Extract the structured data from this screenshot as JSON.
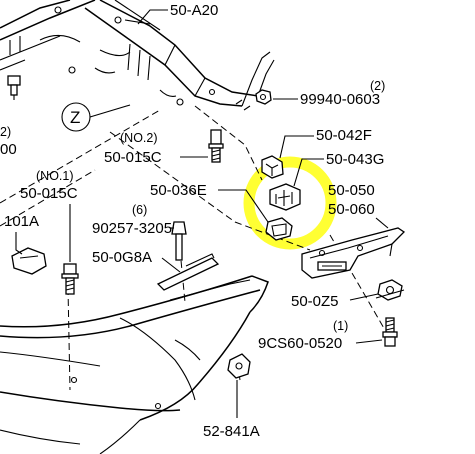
{
  "callouts": {
    "p50_A20": "50-A20",
    "p99940_0603": "99940-0603",
    "q99940": "(2)",
    "p50_042F": "50-042F",
    "p50_043G": "50-043G",
    "p50_050": "50-050",
    "p50_060": "50-060",
    "p50_015C_top": "50-015C",
    "q50_015C_top": "(NO.2)",
    "p50_015C_left": "50-015C",
    "q50_015C_left": "(NO.1)",
    "p50_036E": "50-036E",
    "p90257_3205": "90257-3205",
    "q90257": "(6)",
    "p50_0G8A": "50-0G8A",
    "p101A": "101A",
    "p50_0Z5": "50-0Z5",
    "p9CS60_0520": "9CS60-0520",
    "q9CS60": "(1)",
    "p52_841A": "52-841A",
    "left_qty_cut": "2)",
    "left_cut": "00",
    "view_z": "Z"
  },
  "highlight_color": "#ffff33"
}
